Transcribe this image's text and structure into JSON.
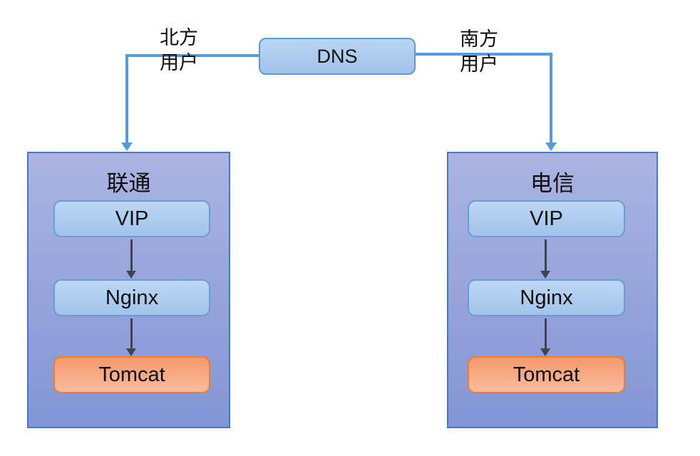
{
  "diagram_type": "dns-load-balancing-architecture",
  "dns": {
    "label": "DNS"
  },
  "edges": {
    "north_label": "北方\n用户",
    "south_label": "南方\n用户"
  },
  "clusters": [
    {
      "title": "联通",
      "nodes": [
        {
          "label": "VIP"
        },
        {
          "label": "Nginx"
        },
        {
          "label": "Tomcat"
        }
      ]
    },
    {
      "title": "电信",
      "nodes": [
        {
          "label": "VIP"
        },
        {
          "label": "Nginx"
        },
        {
          "label": "Tomcat"
        }
      ]
    }
  ],
  "colors": {
    "connector_blue": "#569bd7",
    "inner_arrow_dark": "#3e4451",
    "panel_fill_top": "#abb4e2",
    "panel_fill_bottom": "#8395d5",
    "panel_border": "#4576c8",
    "node_blue_fill": "#aecdf0",
    "node_blue_border": "#6b9cd6",
    "node_orange_fill": "#f8a87f",
    "node_orange_border": "#ed7d31",
    "dns_fill": "#aecbee",
    "dns_border": "#5b9bd5",
    "text": "#0c0c0c"
  }
}
